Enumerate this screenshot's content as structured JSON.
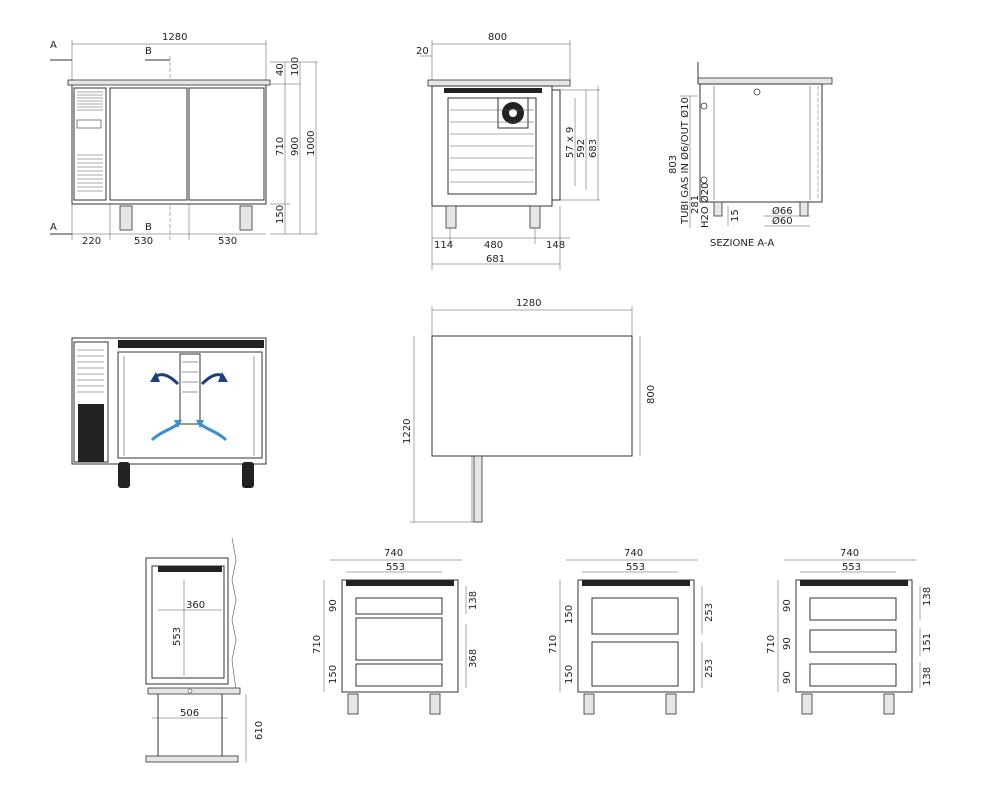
{
  "views": {
    "front": {
      "width": "1280",
      "section_a": "A",
      "section_b": "B",
      "right_dims": [
        "40",
        "100",
        "710",
        "900",
        "1000",
        "150"
      ],
      "bottom_dims": [
        "220",
        "530",
        "530"
      ]
    },
    "side": {
      "width": "800",
      "top_offset": "20",
      "right_dims": [
        "57 x 9",
        "592",
        "683"
      ],
      "bottom_dims": [
        "114",
        "480",
        "148"
      ],
      "total": "681"
    },
    "section": {
      "vertical_label": "TUBI GAS IN Ø6/OUT Ø10",
      "dims": [
        "803",
        "281",
        "H2O Ø20",
        "15",
        "Ø66",
        "Ø60"
      ],
      "caption": "SEZIONE A-A"
    },
    "plan": {
      "width": "1280",
      "depth": "800",
      "total_depth": "1220"
    },
    "drawer_detail": {
      "dims": [
        "360",
        "553",
        "506",
        "610"
      ]
    },
    "config_1": {
      "top": [
        "740",
        "553"
      ],
      "left": [
        "90",
        "710",
        "150"
      ],
      "right": [
        "138",
        "368"
      ]
    },
    "config_2": {
      "top": [
        "740",
        "553"
      ],
      "left": [
        "150",
        "710",
        "150"
      ],
      "right": [
        "253",
        "253"
      ]
    },
    "config_3": {
      "top": [
        "740",
        "553"
      ],
      "left": [
        "90",
        "710",
        "90",
        "90"
      ],
      "right": [
        "138",
        "151",
        "138"
      ]
    }
  },
  "colors": {
    "line": "#333333",
    "accent_arrow": "#1f3f7a",
    "cool_arrow": "#3a8fd0"
  }
}
